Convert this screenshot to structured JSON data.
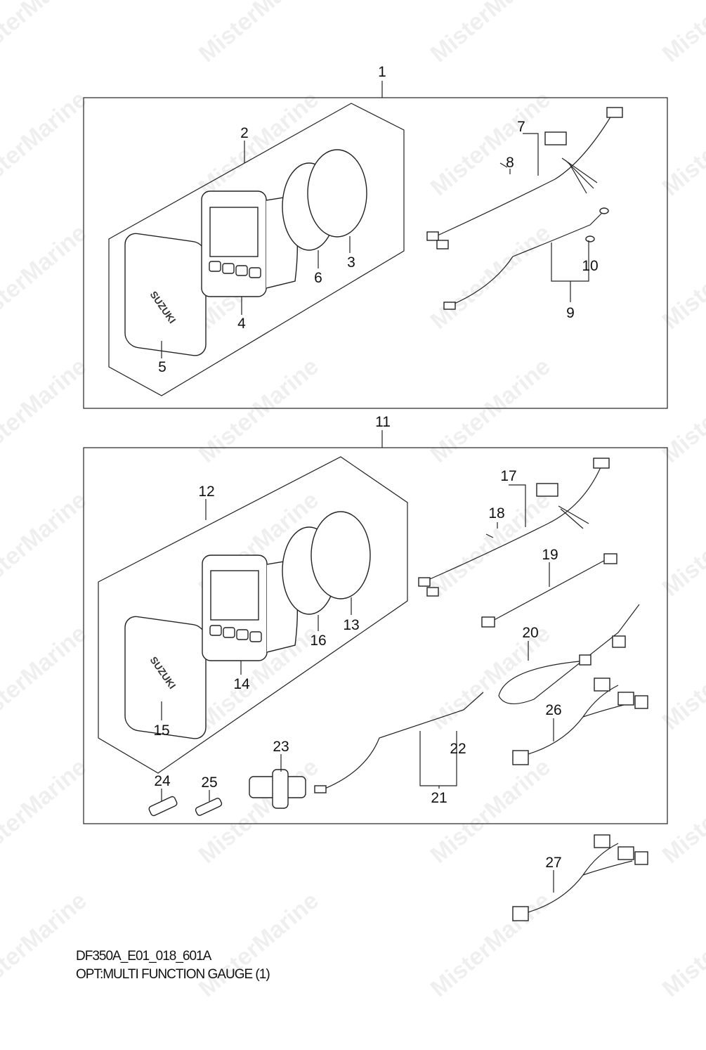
{
  "watermark": "MisterMarine",
  "callouts": {
    "n1": "1",
    "n2": "2",
    "n3": "3",
    "n4": "4",
    "n5": "5",
    "n6": "6",
    "n7": "7",
    "n8": "8",
    "n9": "9",
    "n10": "10",
    "n11": "11",
    "n12": "12",
    "n13": "13",
    "n14": "14",
    "n15": "15",
    "n16": "16",
    "n17": "17",
    "n18": "18",
    "n19": "19",
    "n20": "20",
    "n21": "21",
    "n22": "22",
    "n23": "23",
    "n24": "24",
    "n25": "25",
    "n26": "26",
    "n27": "27"
  },
  "brand_logo_text": "SUZUKI",
  "caption": {
    "code": "DF350A_E01_018_601A",
    "title": "OPT:MULTI FUNCTION GAUGE (1)"
  }
}
